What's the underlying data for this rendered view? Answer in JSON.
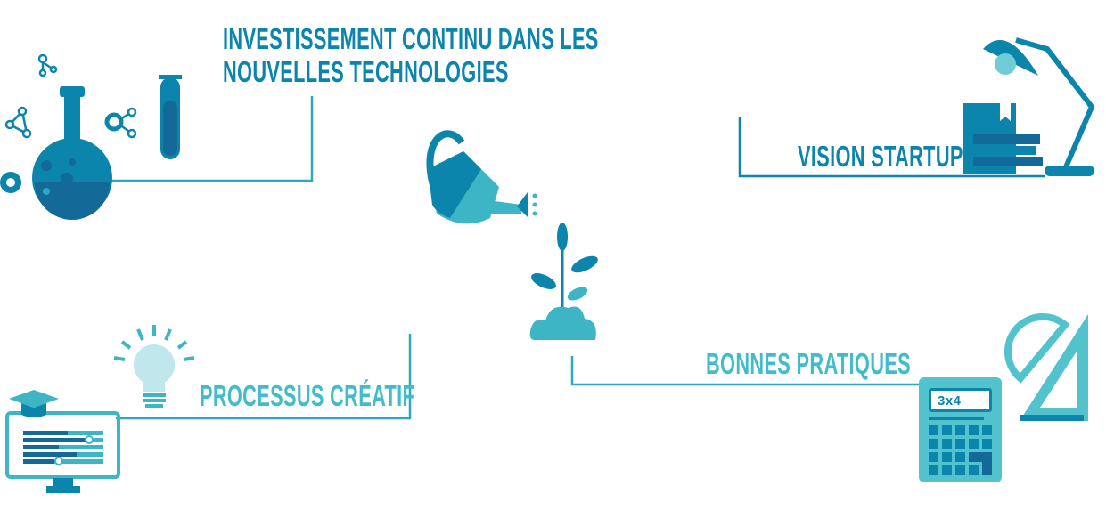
{
  "labels": {
    "tech_line1": "INVESTISSEMENT CONTINU DANS LES",
    "tech_line2": "NOUVELLES TECHNOLOGIES",
    "vision": "VISION STARTUP",
    "creative": "PROCESSUS CRÉATIF",
    "practices": "BONNES PRATIQUES",
    "calculator_display": "3x4"
  },
  "colors": {
    "dark": "#0b85ab",
    "light": "#42bcc9",
    "navy": "#136a99"
  }
}
